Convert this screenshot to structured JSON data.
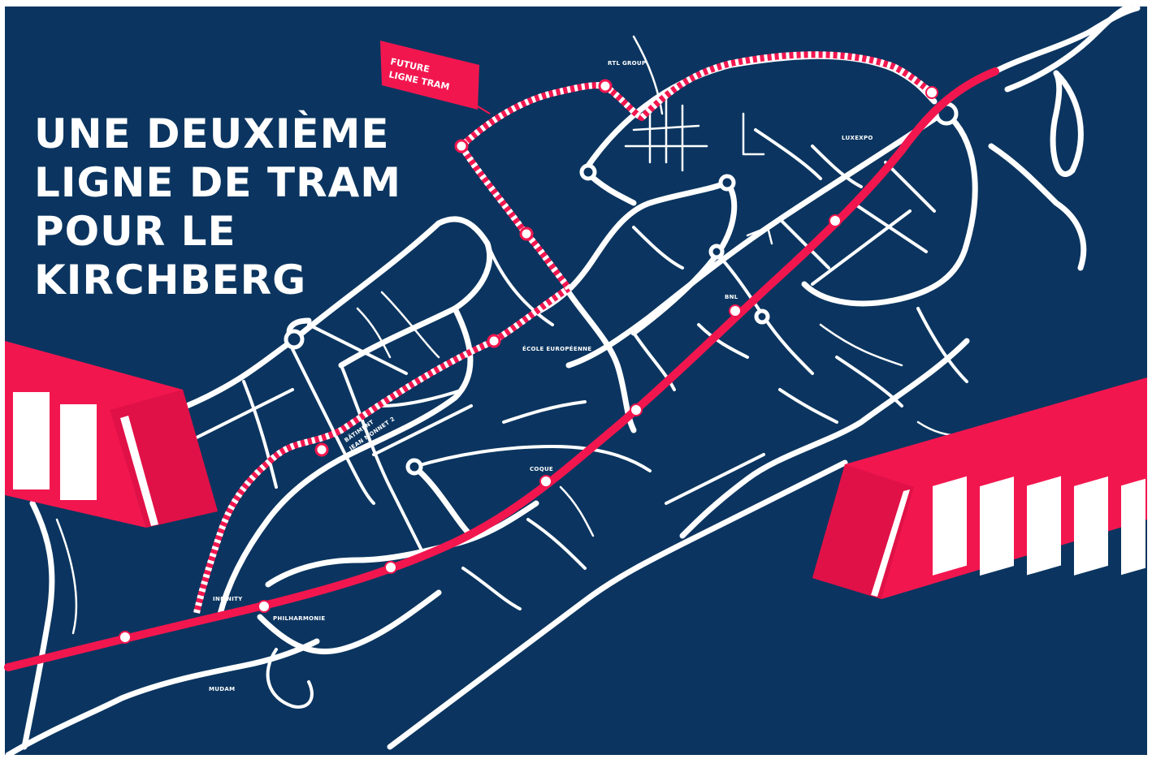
{
  "title": {
    "lines": [
      "UNE DEUXIÈME",
      "LIGNE DE TRAM",
      "POUR LE",
      "KIRCHBERG"
    ]
  },
  "flag": {
    "lines": [
      "FUTURE",
      "LIGNE TRAM"
    ]
  },
  "places": {
    "rtl_group": "RTL GROUP",
    "luxexpo": "LUXEXPO",
    "bnl": "BNL",
    "ecole_europeenne": "ÉCOLE EUROPÉENNE",
    "batiment_line1": "BÂTIMENT",
    "batiment_line2": "JEAN MONNET 2",
    "coque": "COQUE",
    "infinity": "INFINITY",
    "philharmonie": "PHILHARMONIE",
    "mudam": "MUDAM"
  },
  "colors": {
    "background": "#0b3560",
    "road": "#ffffff",
    "tram": "#f2164f",
    "tram_shade": "#c20f3d",
    "frame": "#ffffff"
  },
  "icons": [
    "tram-left-icon",
    "tram-right-icon",
    "station-icon",
    "roundabout-icon"
  ]
}
